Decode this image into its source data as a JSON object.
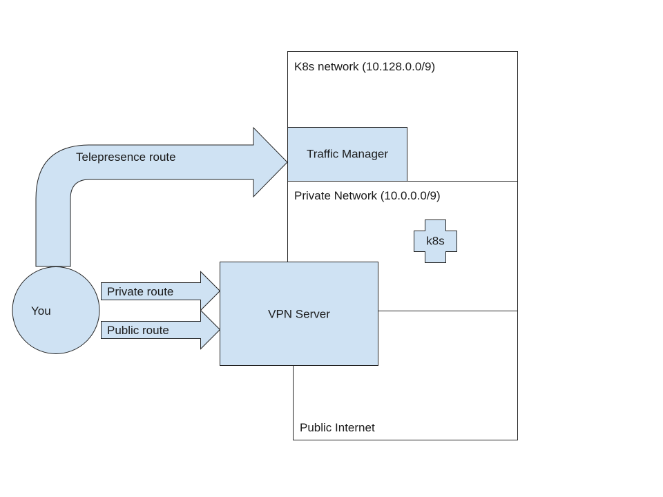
{
  "colors": {
    "fill": "#cfe2f3",
    "stroke": "#222222",
    "background": "#ffffff"
  },
  "regions": {
    "k8s_network": "K8s network (10.128.0.0/9)",
    "private_network": "Private Network (10.0.0.0/9)",
    "public_internet": "Public Internet"
  },
  "nodes": {
    "you": "You",
    "vpn_server": "VPN Server",
    "traffic_manager": "Traffic Manager",
    "k8s": "k8s"
  },
  "routes": {
    "telepresence": "Telepresence route",
    "private": "Private route",
    "public": "Public route"
  }
}
